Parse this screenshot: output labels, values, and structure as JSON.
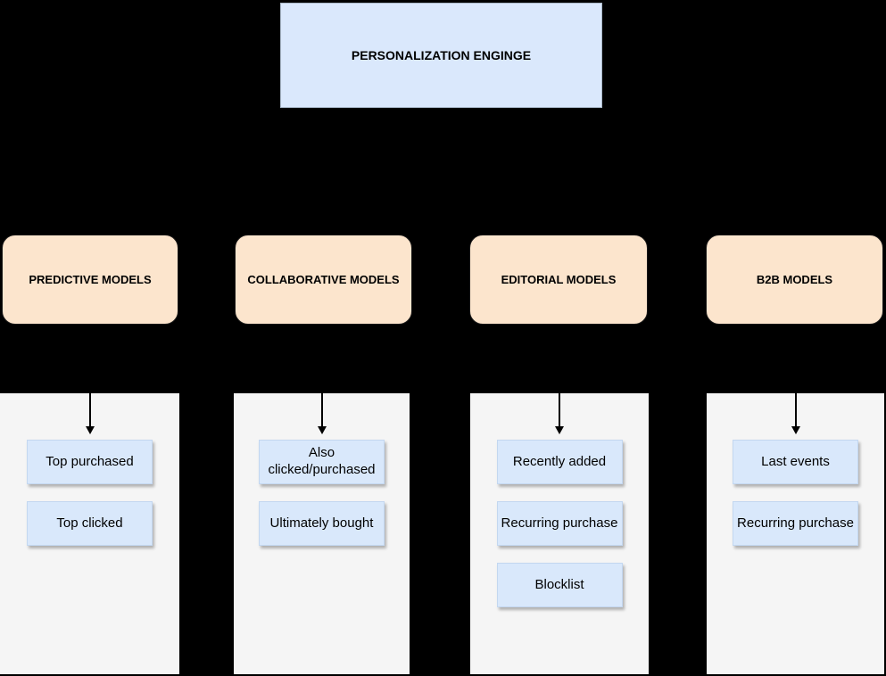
{
  "diagram": {
    "root_label": "PERSONALIZATION ENGINGE",
    "columns": [
      {
        "header": "PREDICTIVE MODELS",
        "items": [
          "Top purchased",
          "Top clicked"
        ]
      },
      {
        "header": "COLLABORATIVE MODELS",
        "items": [
          "Also clicked/purchased",
          "Ultimately bought"
        ]
      },
      {
        "header": "EDITORIAL MODELS",
        "items": [
          "Recently added",
          "Recurring purchase",
          "Blocklist"
        ]
      },
      {
        "header": "B2B MODELS",
        "items": [
          "Last events",
          "Recurring purchase"
        ]
      }
    ],
    "colors": {
      "background": "#000000",
      "root_fill": "#dae8fc",
      "root_border": "#a9b8c8",
      "header_fill": "#fce5cd",
      "header_border": "#1a1a1a",
      "container_fill": "#f5f5f5",
      "item_fill": "#d9e8fb",
      "item_border": "#c3d7f0",
      "arrow": "#000000"
    }
  }
}
